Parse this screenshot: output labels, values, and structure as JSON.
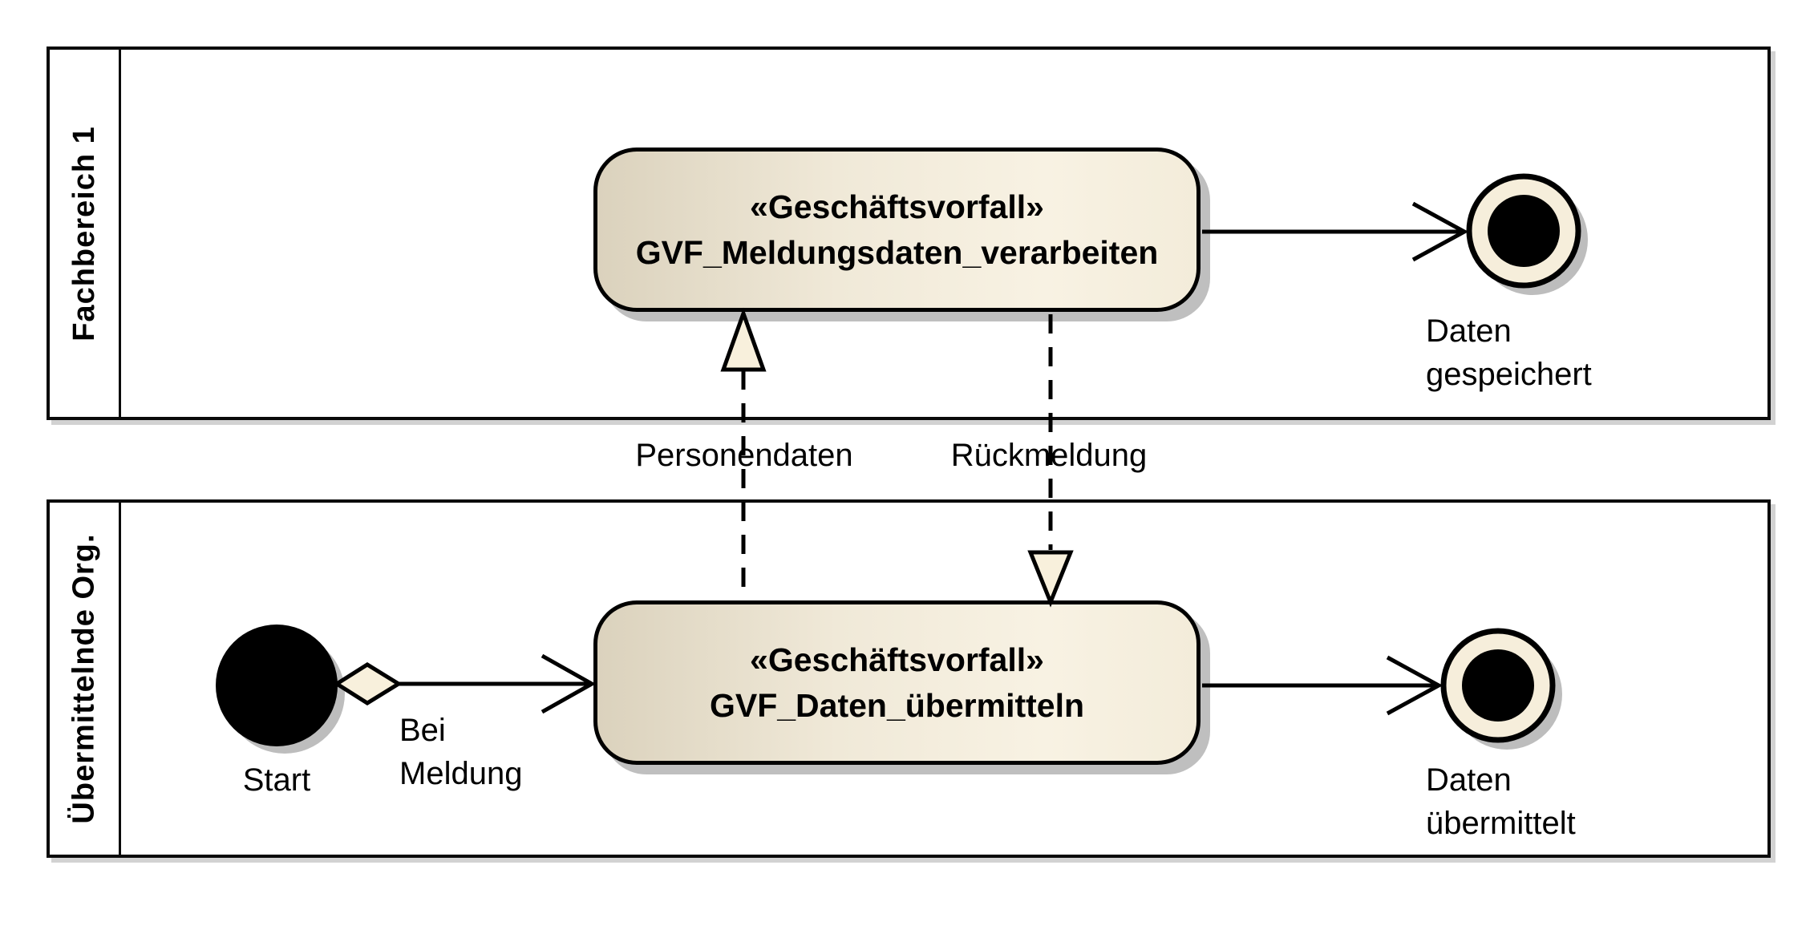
{
  "lanes": [
    {
      "label": "Fachbereich 1"
    },
    {
      "label": "Übermittelnde Org."
    }
  ],
  "activities": [
    {
      "stereotype": "«Geschäftsvorfall»",
      "name": "GVF_Meldungsdaten_verarbeiten",
      "lane": "Fachbereich 1"
    },
    {
      "stereotype": "«Geschäftsvorfall»",
      "name": "GVF_Daten_übermitteln",
      "lane": "Übermittelnde Org."
    }
  ],
  "nodes": {
    "start": {
      "label": "Start"
    },
    "final_top": {
      "label": "Daten\ngespeichert"
    },
    "final_bottom": {
      "label": "Daten\nübermittelt"
    }
  },
  "edges": {
    "start_trigger": {
      "label": "Bei\nMeldung"
    },
    "object_flow_up": {
      "label": "Personendaten"
    },
    "object_flow_down": {
      "label": "Rückmeldung"
    }
  },
  "colors": {
    "background": "#ffffff",
    "line": "#000000",
    "node_fill_light": "#f8f2e3",
    "node_fill_dark": "#dbd2bd",
    "shadow": "#bfbfbf"
  }
}
